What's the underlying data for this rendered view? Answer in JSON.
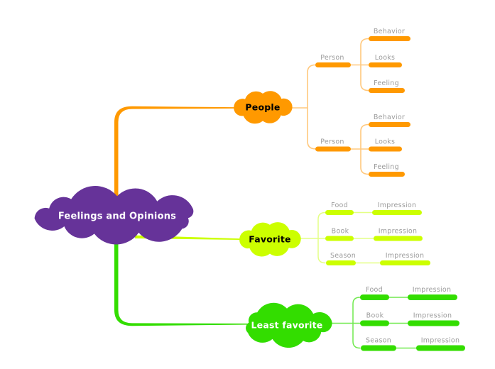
{
  "canvas": {
    "background": "#ffffff",
    "label_color": "#9b9b9b"
  },
  "root": {
    "label": "Feelings and Opinions",
    "color": "#663399",
    "text_color": "#ffffff"
  },
  "branches": [
    {
      "label": "People",
      "color": "#ff9900",
      "line_color": "#ffc87d",
      "text_color": "#000000",
      "children": [
        {
          "label": "Person",
          "children": [
            {
              "label": "Behavior"
            },
            {
              "label": "Looks"
            },
            {
              "label": "Feeling"
            }
          ]
        },
        {
          "label": "Person",
          "children": [
            {
              "label": "Behavior"
            },
            {
              "label": "Looks"
            },
            {
              "label": "Feeling"
            }
          ]
        }
      ]
    },
    {
      "label": "Favorite",
      "color": "#ccff00",
      "line_color": "#e4ff85",
      "text_color": "#000000",
      "children": [
        {
          "label": "Food",
          "children": [
            {
              "label": "Impression"
            }
          ]
        },
        {
          "label": "Book",
          "children": [
            {
              "label": "Impression"
            }
          ]
        },
        {
          "label": "Season",
          "children": [
            {
              "label": "Impression"
            }
          ]
        }
      ]
    },
    {
      "label": "Least favorite",
      "color": "#33dd00",
      "line_color": "#70e94e",
      "text_color": "#ffffff",
      "children": [
        {
          "label": "Food",
          "children": [
            {
              "label": "Impression"
            }
          ]
        },
        {
          "label": "Book",
          "children": [
            {
              "label": "Impression"
            }
          ]
        },
        {
          "label": "Season",
          "children": [
            {
              "label": "Impression"
            }
          ]
        }
      ]
    }
  ]
}
